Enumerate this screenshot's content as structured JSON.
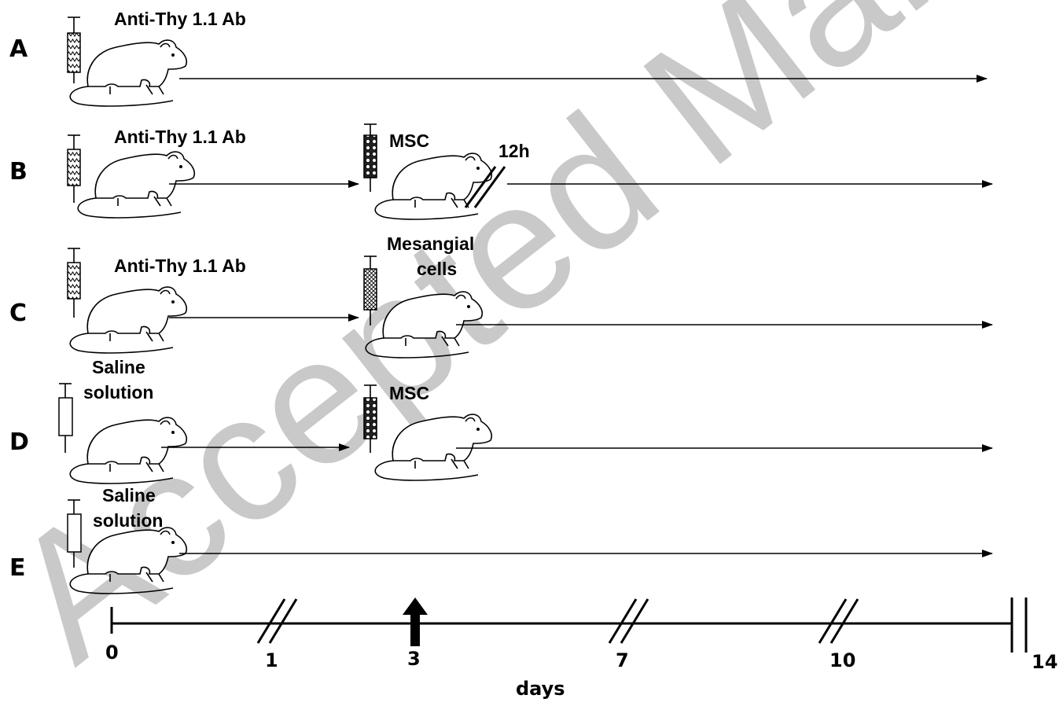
{
  "rows": [
    {
      "letter": "A",
      "label1": "Anti-Thy 1.1 Ab",
      "label2": "",
      "syringe": "zigzag"
    },
    {
      "letter": "B",
      "label1": "Anti-Thy 1.1 Ab",
      "label2": "",
      "syringe": "zigzag",
      "second": {
        "label1": "MSC",
        "label2": "",
        "syringe": "circles",
        "note": "12h"
      }
    },
    {
      "letter": "C",
      "label1": "Anti-Thy 1.1 Ab",
      "label2": "",
      "syringe": "zigzag",
      "second": {
        "label1": "Mesangial",
        "label2": "cells",
        "syringe": "crosshatch"
      }
    },
    {
      "letter": "D",
      "label1": "Saline",
      "label2": "solution",
      "syringe": "empty",
      "second": {
        "label1": "MSC",
        "label2": "",
        "syringe": "circles"
      }
    },
    {
      "letter": "E",
      "label1": "Saline",
      "label2": "solution",
      "syringe": "empty"
    }
  ],
  "axis": {
    "label": "days",
    "ticks": [
      "0",
      "1",
      "3",
      "7",
      "10",
      "14"
    ]
  },
  "watermark": "Accepted Manuscript",
  "colors": {
    "ink": "#000000",
    "watermark": "#b8b8b8"
  }
}
